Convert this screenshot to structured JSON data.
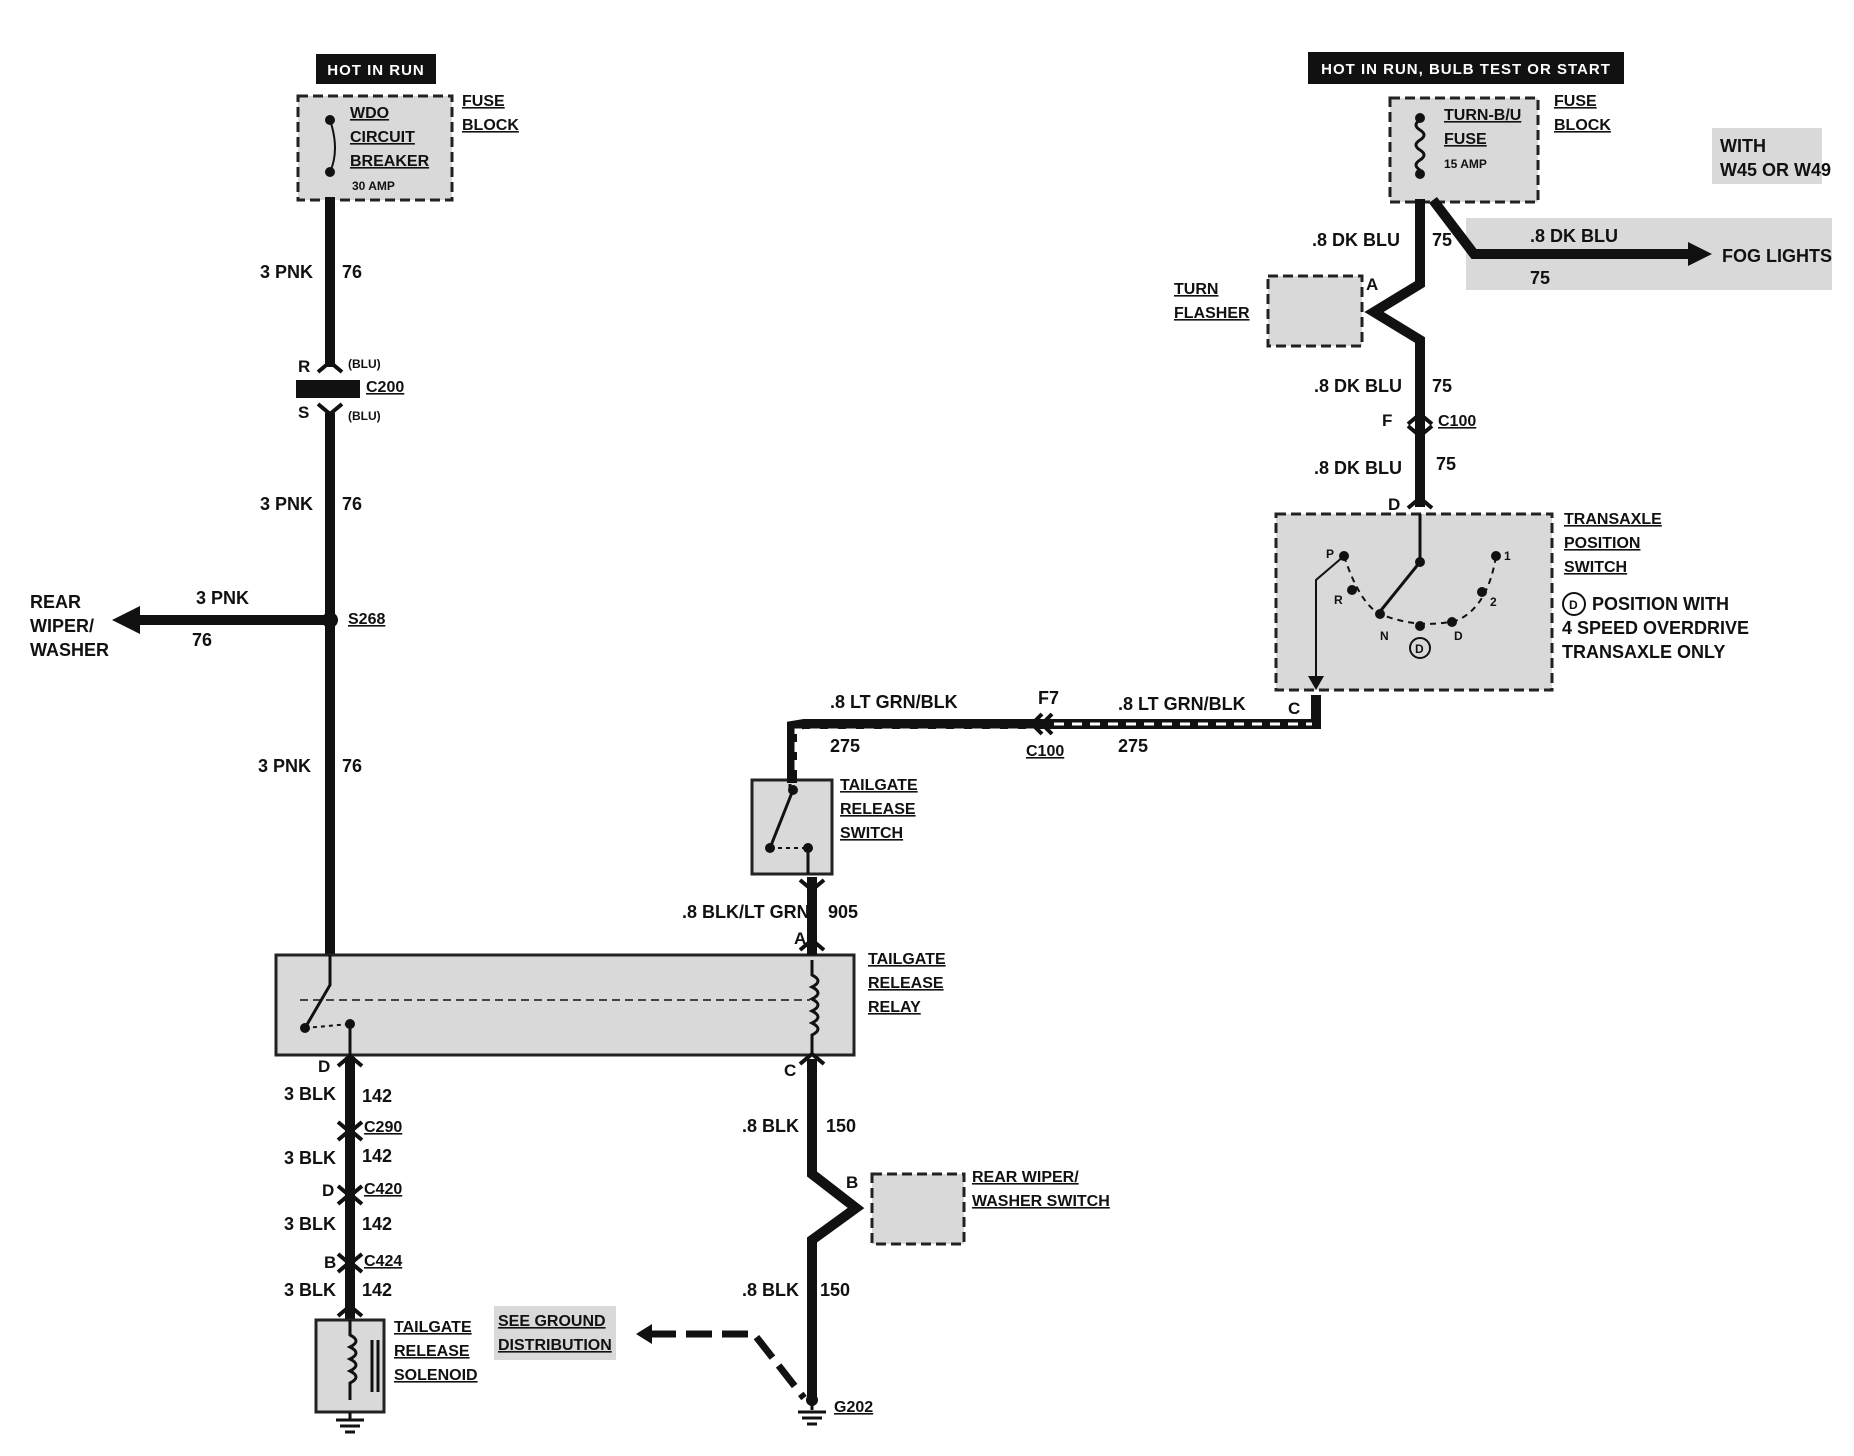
{
  "diagram": {
    "hot_in_run": "HOT IN RUN",
    "hot_in_run_bulb": "HOT IN RUN, BULB TEST OR START",
    "fuse_block_left": [
      "FUSE",
      "BLOCK"
    ],
    "fuse_block_right": [
      "FUSE",
      "BLOCK"
    ],
    "wdo_breaker": [
      "WDO",
      "CIRCUIT",
      "BREAKER"
    ],
    "wdo_amp": "30 AMP",
    "turn_fuse": [
      "TURN-B/U",
      "FUSE"
    ],
    "turn_amp": "15 AMP",
    "with_option": [
      "WITH",
      "W45 OR W49"
    ],
    "turn_flasher": [
      "TURN",
      "FLASHER"
    ],
    "fog_lights": "FOG LIGHTS",
    "rear_wiper_washer": [
      "REAR",
      "WIPER/",
      "WASHER"
    ],
    "tailgate_release_switch": [
      "TAILGATE",
      "RELEASE",
      "SWITCH"
    ],
    "tailgate_release_relay": [
      "TAILGATE",
      "RELEASE",
      "RELAY"
    ],
    "tailgate_release_solenoid": [
      "TAILGATE",
      "RELEASE",
      "SOLENOID"
    ],
    "rear_wiper_washer_switch": [
      "REAR WIPER/",
      "WASHER SWITCH"
    ],
    "see_ground": [
      "SEE GROUND",
      "DISTRIBUTION"
    ],
    "transaxle_switch": [
      "TRANSAXLE",
      "POSITION",
      "SWITCH"
    ],
    "d_position_note": [
      "POSITION WITH",
      "4 SPEED OVERDRIVE",
      "TRANSAXLE ONLY"
    ],
    "d_circle": "D",
    "gear_labels": {
      "p": "P",
      "r": "R",
      "n": "N",
      "d": "D",
      "d2": "D",
      "two": "2",
      "one": "1"
    },
    "wires": {
      "pnk": "3 PNK",
      "c76": "76",
      "blu": ".8 DK BLU",
      "c75": "75",
      "ltgrn": ".8 LT GRN/BLK",
      "c275": "275",
      "blkltgrn": ".8 BLK/LT GRN",
      "c905": "905",
      "blk8": ".8 BLK",
      "c150": "150",
      "blk3": "3 BLK",
      "c142": "142"
    },
    "connectors": {
      "c200": "C200",
      "c100": "C100",
      "c290": "C290",
      "c420": "C420",
      "c424": "C424",
      "s268": "S268",
      "g202": "G202"
    },
    "pins": {
      "r": "R",
      "s": "S",
      "blu": "(BLU)",
      "a": "A",
      "c": "C",
      "d": "D",
      "b": "B",
      "f": "F",
      "f7": "F7"
    }
  }
}
